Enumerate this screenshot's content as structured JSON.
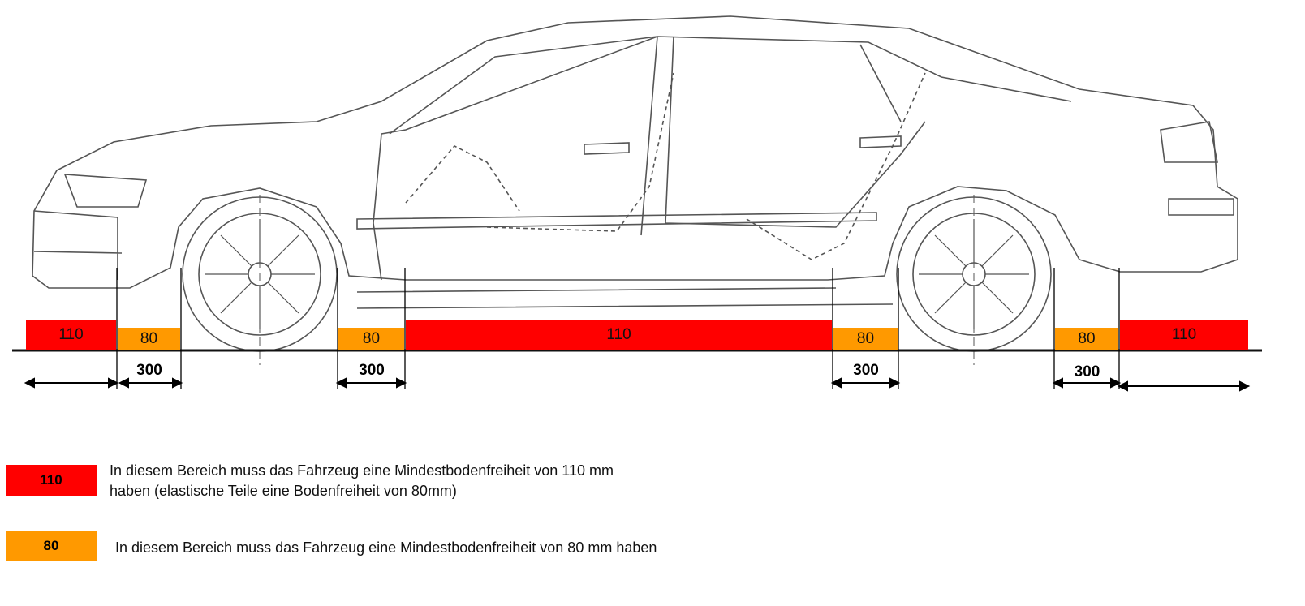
{
  "zones": [
    {
      "label": "110",
      "clearance_mm": 110,
      "type": "red"
    },
    {
      "label": "80",
      "clearance_mm": 80,
      "type": "orange"
    },
    {
      "label": "80",
      "clearance_mm": 80,
      "type": "orange"
    },
    {
      "label": "110",
      "clearance_mm": 110,
      "type": "red"
    },
    {
      "label": "80",
      "clearance_mm": 80,
      "type": "orange"
    },
    {
      "label": "80",
      "clearance_mm": 80,
      "type": "orange"
    },
    {
      "label": "110",
      "clearance_mm": 110,
      "type": "red"
    }
  ],
  "dimensions": [
    "300",
    "300",
    "300",
    "300"
  ],
  "legend": {
    "red": {
      "label": "110",
      "line1": "In diesem Bereich muss das Fahrzeug eine Mindestbodenfreiheit von 110 mm",
      "line2": "haben (elastische Teile eine Bodenfreiheit von 80mm)"
    },
    "orange": {
      "label": "80",
      "text": "In diesem Bereich muss das Fahrzeug eine Mindestbodenfreiheit von 80 mm haben"
    }
  },
  "colors": {
    "red": "#ff0000",
    "orange": "#ff9900"
  }
}
